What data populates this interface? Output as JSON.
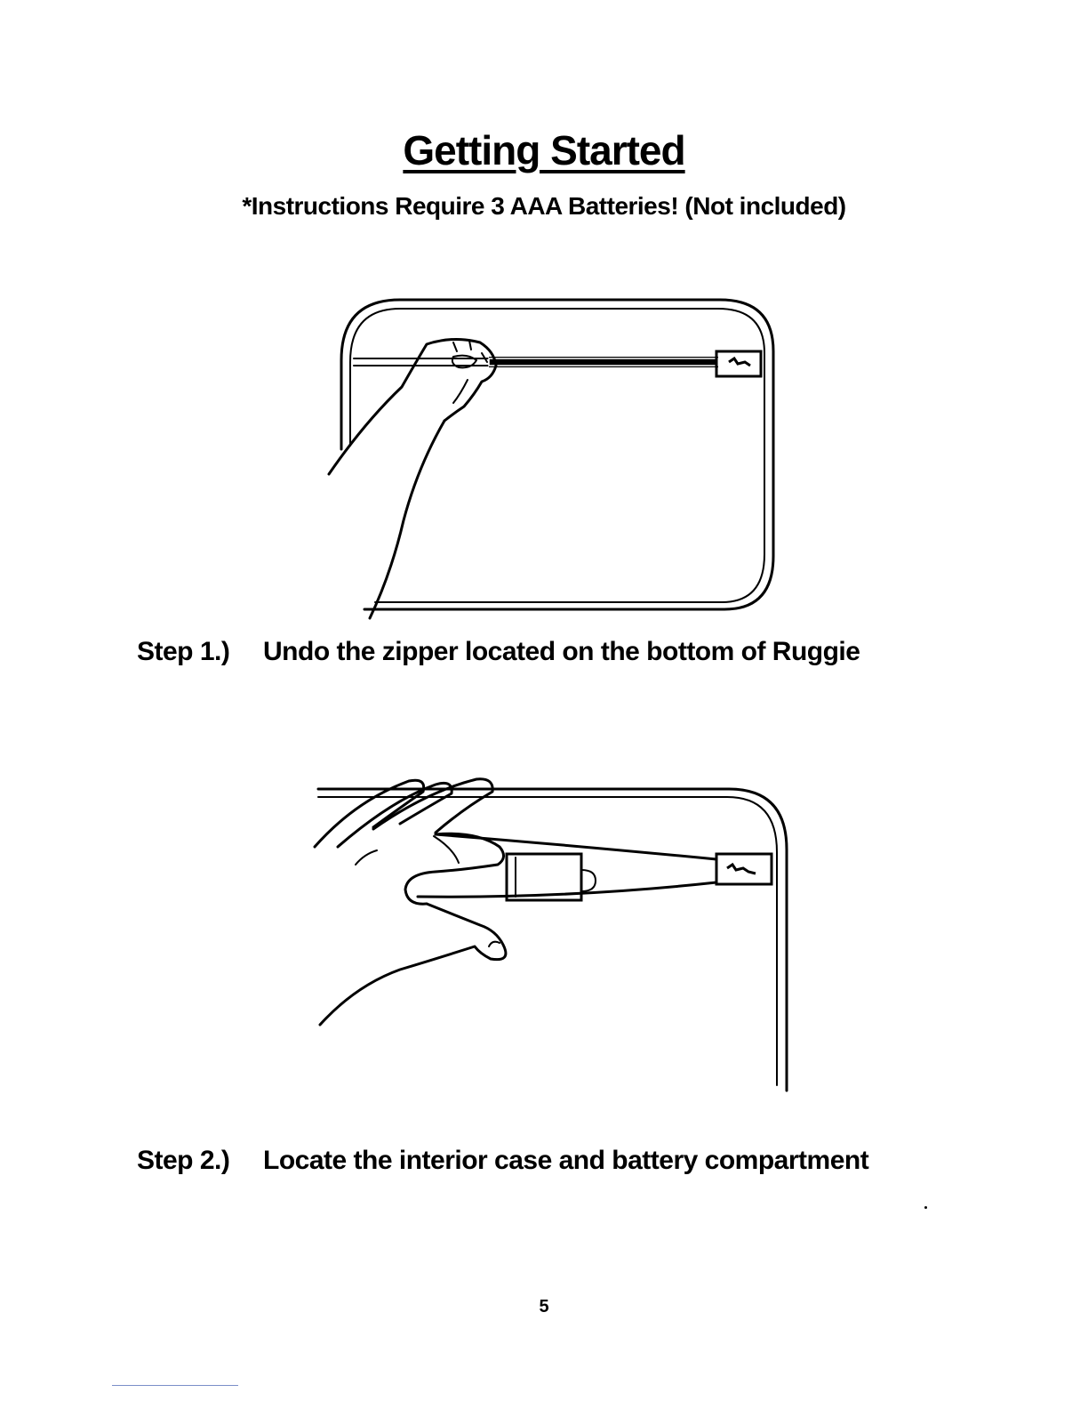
{
  "title": "Getting Started",
  "subtitle": "*Instructions Require 3 AAA Batteries! (Not included)",
  "steps": [
    {
      "number": "Step 1.)",
      "text": "Undo the zipper located on the bottom of Ruggie"
    },
    {
      "number": "Step 2.)",
      "text": "Locate the interior case and battery compartment"
    }
  ],
  "page_number": "5"
}
